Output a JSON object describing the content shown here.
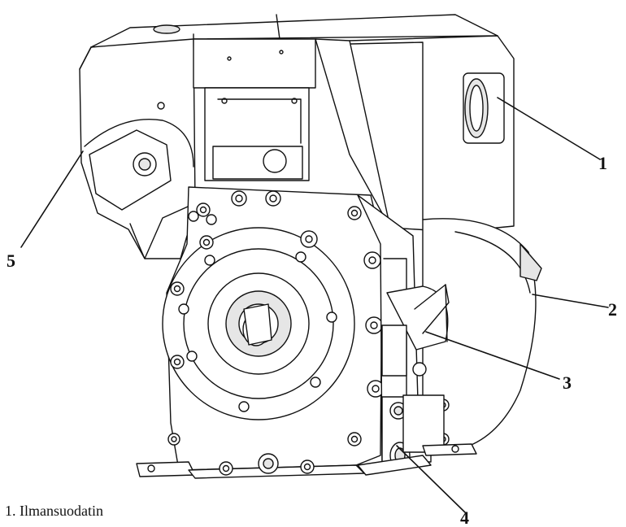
{
  "callouts": [
    {
      "number": "1"
    },
    {
      "number": "2"
    },
    {
      "number": "3"
    },
    {
      "number": "4"
    },
    {
      "number": "5"
    }
  ],
  "legend": [
    {
      "number": "1.",
      "label": "Ilmansuodatin"
    }
  ],
  "colors": {
    "line": "#111111",
    "fill": "#ffffff",
    "shade": "#e6e6e6"
  }
}
